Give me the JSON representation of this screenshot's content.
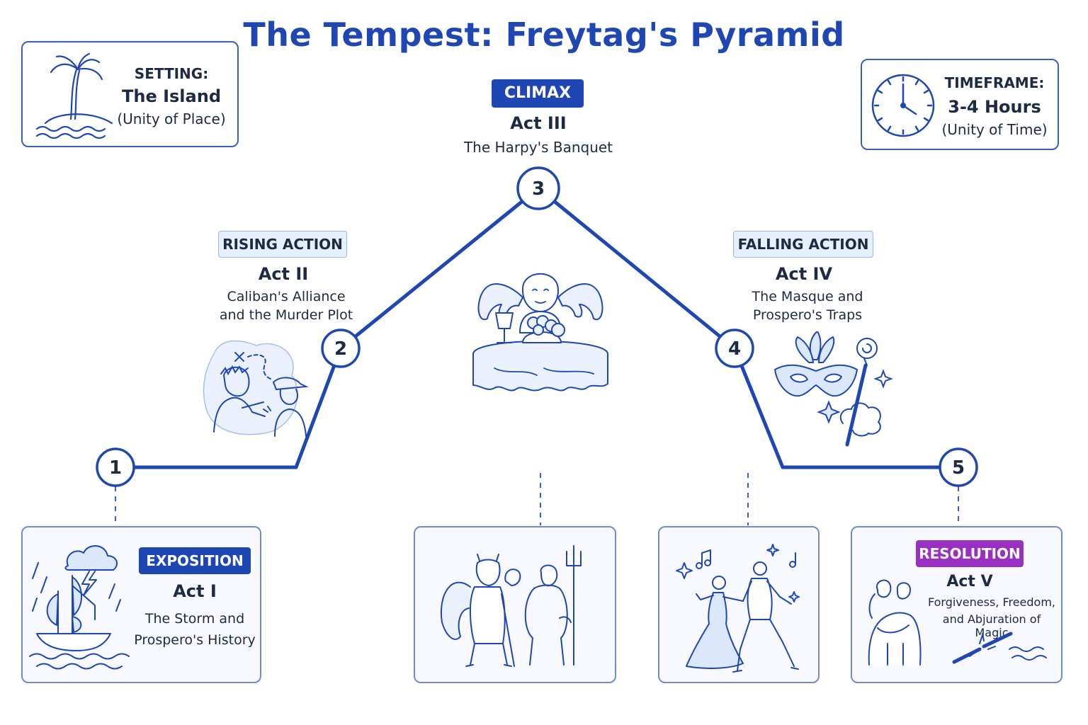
{
  "title": "The Tempest: Freytag's Pyramid",
  "setting": {
    "heading": "SETTING:",
    "value": "The Island",
    "note": "(Unity of Place)"
  },
  "timeframe": {
    "heading": "TIMEFRAME:",
    "value": "3-4 Hours",
    "note": "(Unity of Time)"
  },
  "stages": [
    {
      "number": "1",
      "label": "EXPOSITION",
      "act": "Act I",
      "desc1": "The Storm and",
      "desc2": "Prospero's History"
    },
    {
      "number": "2",
      "label": "RISING ACTION",
      "act": "Act II",
      "desc1": "Caliban's Alliance",
      "desc2": "and the Murder Plot"
    },
    {
      "number": "3",
      "label": "CLIMAX",
      "act": "Act III",
      "desc1": "The Harpy's Banquet",
      "desc2": ""
    },
    {
      "number": "4",
      "label": "FALLING ACTION",
      "act": "Act IV",
      "desc1": "The Masque and",
      "desc2": "Prospero's Traps"
    },
    {
      "number": "5",
      "label": "RESOLUTION",
      "act": "Act V",
      "desc1": "Forgiveness, Freedom,",
      "desc2": "and Abjuration of Magic"
    }
  ],
  "icons": {
    "setting": "palm-island-icon",
    "timeframe": "clock-icon",
    "exposition": "storm-ship-icon",
    "rising": "conspirators-icon",
    "climax": "harpy-banquet-icon",
    "falling": "masque-icon",
    "spirits": "spirits-icon",
    "dancers": "dancing-couple-icon",
    "resolution": "embrace-broken-staff-icon"
  },
  "colors": {
    "title": "#1e47b4",
    "line": "#1e47b4",
    "badge_dark": "#1e47b4",
    "badge_light": "#e6effc",
    "badge_purple": "#9a2fc4"
  }
}
